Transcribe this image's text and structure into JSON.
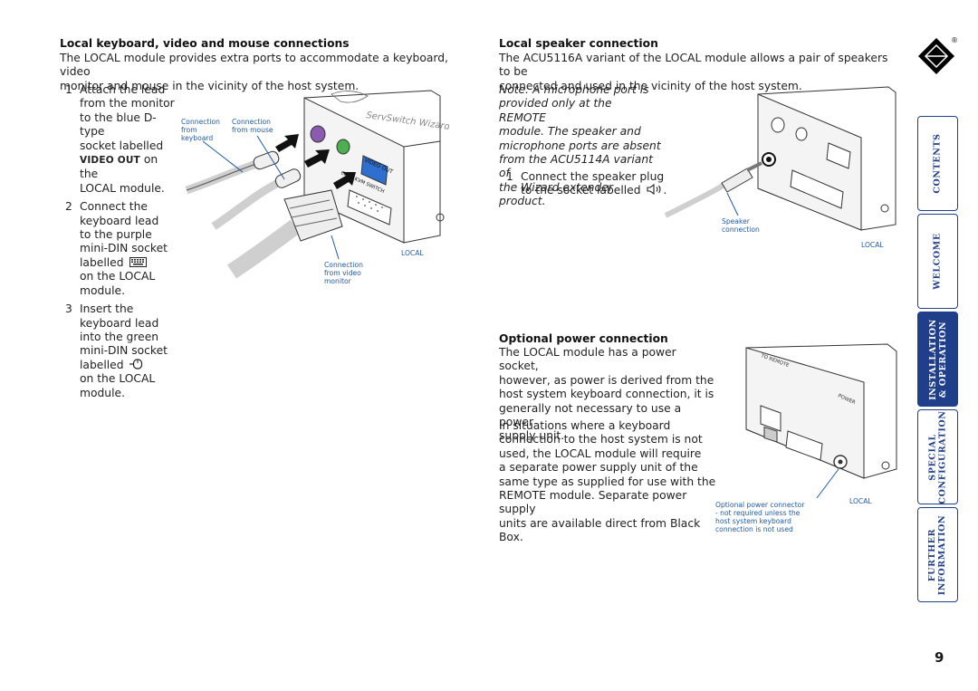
{
  "left": {
    "heading": "Local keyboard, video and mouse connections",
    "intro_line1": "The LOCAL module provides extra ports to accommodate a keyboard, video",
    "intro_line2": "monitor and mouse in the vicinity of the host system.",
    "steps": [
      {
        "num": "1",
        "lines": [
          "Attach the lead",
          "from the monitor",
          "to the blue D-type",
          "socket labelled",
          "VIDEO OUT|on the",
          "LOCAL module."
        ]
      },
      {
        "num": "2",
        "lines": [
          "Connect the",
          "keyboard lead",
          "to the purple",
          "mini-DIN socket",
          "labelled",
          "on the LOCAL",
          "module."
        ]
      },
      {
        "num": "3",
        "lines": [
          "Insert the",
          "keyboard lead",
          "into the green",
          "mini-DIN socket",
          "labelled",
          "on the LOCAL",
          "module."
        ]
      }
    ],
    "step1": {
      "l1": "Attach the lead",
      "l2": "from the monitor",
      "l3": "to the blue D-type",
      "l4": "socket labelled",
      "l5a": "VIDEO OUT",
      "l5b": " on the",
      "l6": "LOCAL module."
    },
    "step2": {
      "l1": "Connect the",
      "l2": "keyboard lead",
      "l3": "to the purple",
      "l4": "mini-DIN socket",
      "l5": "labelled",
      "l6": "on the LOCAL",
      "l7": "module."
    },
    "step3": {
      "l1": "Insert the",
      "l2": "keyboard lead",
      "l3": "into the green",
      "l4": "mini-DIN socket",
      "l5": "labelled",
      "l6": "on the LOCAL",
      "l7": "module."
    },
    "figure": {
      "callout_keyboard": [
        "Connection",
        "from",
        "keyboard"
      ],
      "callout_mouse": [
        "Connection",
        "from mouse"
      ],
      "callout_video": [
        "Connection",
        "from video",
        "monitor"
      ],
      "local_label": "LOCAL",
      "port_video": "VIDEO OUT",
      "port_cpu": "CPU / KVM SWITCH",
      "brand": "ServSwitch Wizard"
    }
  },
  "speaker": {
    "heading": "Local speaker connection",
    "intro_line1": "The ACU5116A variant of the LOCAL module allows a pair of speakers to be",
    "intro_line2": "connected and used in the vicinity of the host system.",
    "note_lines": [
      "Note: A microphone port is",
      "provided only at the REMOTE",
      "module. The speaker and",
      "microphone ports are absent",
      "from the ACU5114A variant of",
      "the Wizard extender product."
    ],
    "step_num": "1",
    "step_l1": "Connect the speaker plug",
    "step_l2": "to the socket labelled",
    "callout": [
      "Speaker",
      "connection"
    ],
    "local_label": "LOCAL"
  },
  "power": {
    "heading": "Optional power connection",
    "para1": [
      "The LOCAL module has a power socket,",
      "however, as power is derived from the",
      "host system keyboard connection, it is",
      "generally not necessary to use a power",
      "supply unit."
    ],
    "para2": [
      "In situations where a keyboard",
      "connection to the host system is not",
      "used, the LOCAL module will require",
      "a separate power supply unit of the",
      "same type as supplied for use with the",
      "REMOTE module. Separate power supply",
      "units are available direct from Black Box."
    ],
    "callout": [
      "Optional power connector",
      "- not required unless the",
      "host system keyboard",
      "connection is not used"
    ],
    "local_label": "LOCAL",
    "port_remote": "TO REMOTE",
    "port_power": "POWER"
  },
  "nav": {
    "tabs": [
      {
        "label": "CONTENTS",
        "active": false
      },
      {
        "label": "WELCOME",
        "active": false
      },
      {
        "label": "INSTALLATION\n& OPERATION",
        "active": true
      },
      {
        "label": "SPECIAL\nCONFIGURATION",
        "active": false
      },
      {
        "label": "FURTHER\nINFORMATION",
        "active": false
      }
    ],
    "logo_mark": "®"
  },
  "page_number": "9",
  "colors": {
    "accent": "#1f3f8a",
    "callout": "#1f5aa6",
    "video_port": "#2f6fd0",
    "keyboard_port": "#8a5bb0",
    "mouse_port": "#4caf50"
  },
  "icons": [
    "keyboard-icon",
    "mouse-icon",
    "speaker-icon",
    "black-box-logo-icon"
  ]
}
